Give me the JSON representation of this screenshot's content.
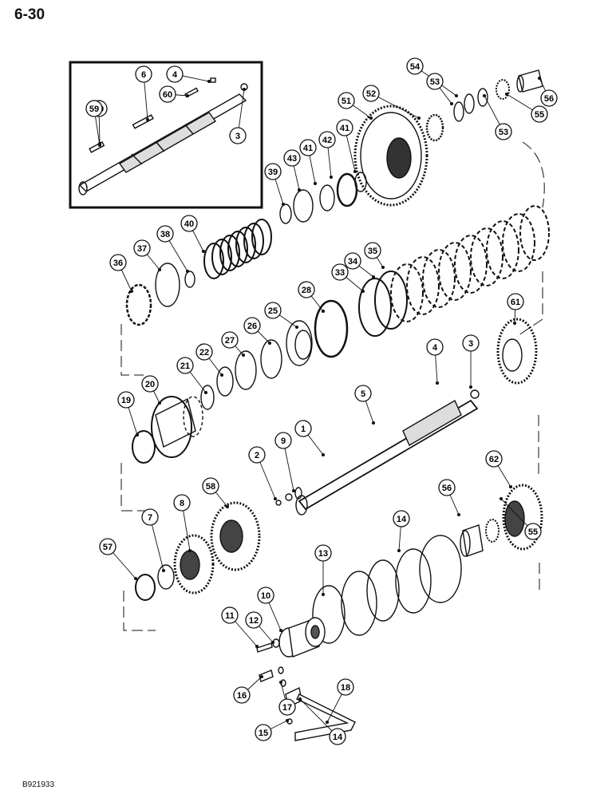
{
  "page_number": "6-30",
  "figure_code": "B921933",
  "colors": {
    "ink": "#111111",
    "paper": "#ffffff"
  },
  "callouts": [
    "1",
    "2",
    "3",
    "3",
    "4",
    "4",
    "5",
    "6",
    "7",
    "8",
    "9",
    "10",
    "11",
    "12",
    "13",
    "14",
    "14",
    "15",
    "16",
    "17",
    "18",
    "19",
    "20",
    "21",
    "22",
    "25",
    "26",
    "27",
    "28",
    "33",
    "34",
    "35",
    "36",
    "37",
    "38",
    "39",
    "39",
    "40",
    "41",
    "41",
    "42",
    "43",
    "51",
    "52",
    "53",
    "53",
    "54",
    "55",
    "55",
    "56",
    "56",
    "57",
    "58",
    "59",
    "60",
    "61",
    "62"
  ]
}
